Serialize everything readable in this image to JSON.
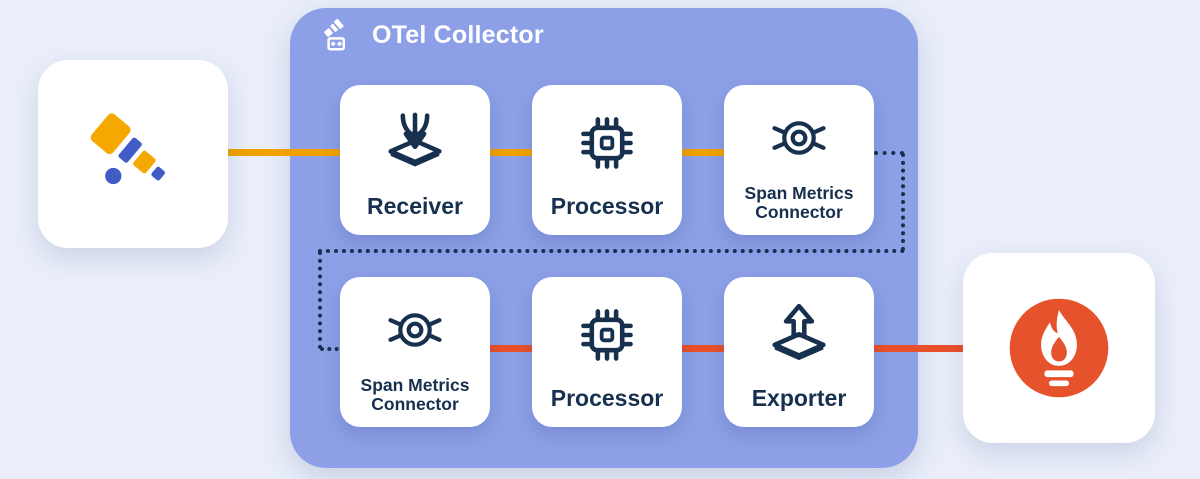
{
  "colors": {
    "background": "#E9EEF9",
    "collector_bg": "#8C9FE7",
    "card_bg": "#FFFFFF",
    "navy": "#16304E",
    "orange_line": "#F0A202",
    "red_line": "#E8502A",
    "otel_orange": "#F5A800",
    "otel_blue": "#425CC7",
    "prometheus_orange": "#E6522C",
    "title_color": "#FFFFFF"
  },
  "collector": {
    "title": "OTel Collector",
    "icon": "collector-icon",
    "rows": [
      {
        "nodes": [
          {
            "label": "Receiver",
            "icon": "receiver-icon"
          },
          {
            "label": "Processor",
            "icon": "processor-icon"
          },
          {
            "label": "Span Metrics Connector",
            "icon": "span-metrics-connector-icon"
          }
        ]
      },
      {
        "nodes": [
          {
            "label": "Span Metrics Connector",
            "icon": "span-metrics-connector-icon"
          },
          {
            "label": "Processor",
            "icon": "processor-icon"
          },
          {
            "label": "Exporter",
            "icon": "exporter-icon"
          }
        ]
      }
    ]
  },
  "external": {
    "source_icon": "opentelemetry-logo",
    "destination_icon": "prometheus-logo"
  },
  "connections": {
    "trace_pipeline_color": "#F0A202",
    "metrics_pipeline_color": "#E8502A",
    "connector_link_style": "dotted"
  }
}
